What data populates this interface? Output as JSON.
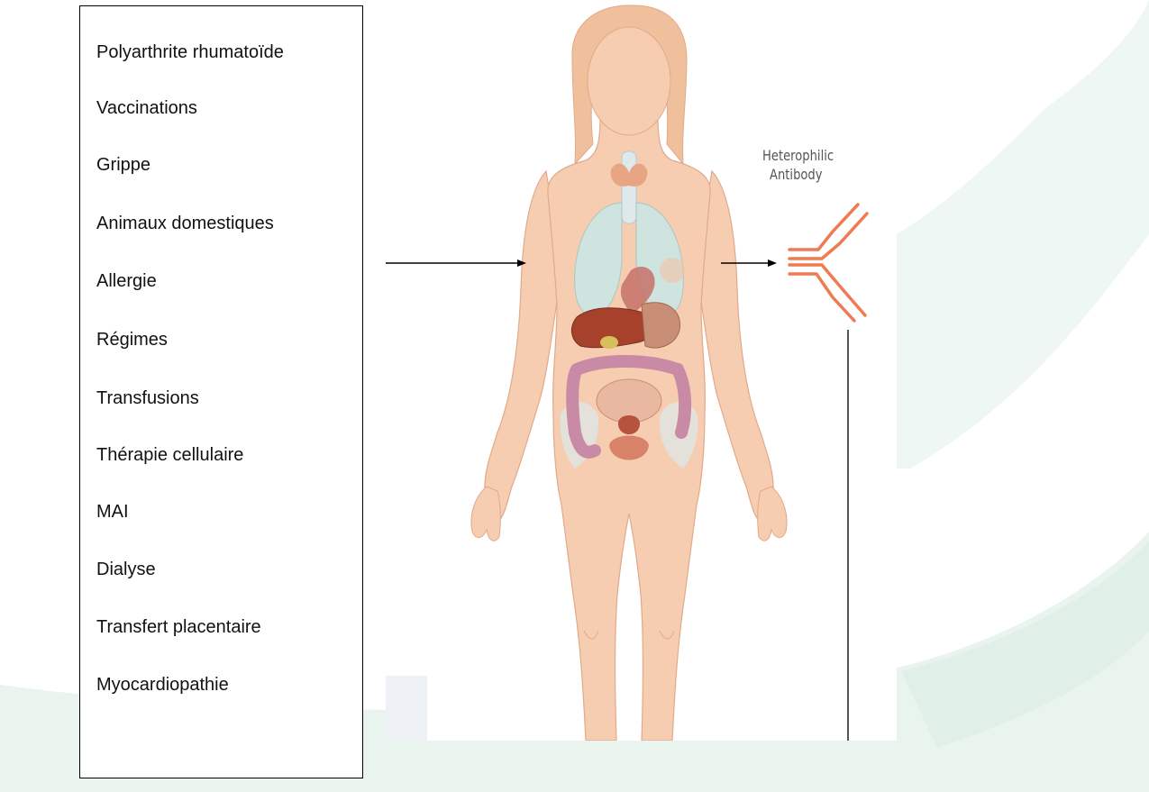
{
  "factors": [
    "Polyarthrite rhumatoïde",
    "Vaccinations",
    "Grippe",
    "Animaux domestiques",
    "Allergie",
    "Régimes",
    "Transfusions",
    "Thérapie cellulaire",
    "MAI",
    "Dialyse",
    "Transfert placentaire",
    "Myocardiopathie"
  ],
  "figure": {
    "antibody_label_line1": "Heterophilic",
    "antibody_label_line2": "Antibody"
  },
  "colors": {
    "skin": "#f6cdb0",
    "skin_outline": "#e2a98c",
    "hair": "#f0c09c",
    "lungs": "#cfe3df",
    "liver": "#a6412c",
    "stomach": "#c98f76",
    "intestine": "#c98aa6",
    "antibody": "#f07a52",
    "background_swoosh": "#e9f4ef"
  }
}
